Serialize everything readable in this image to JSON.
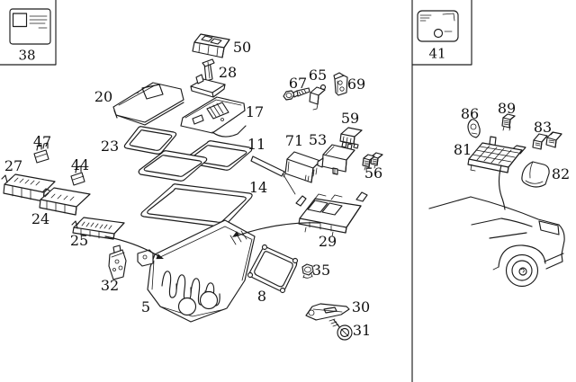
{
  "page": {
    "type": "exploded-parts-diagram",
    "background_color": "#ffffff",
    "line_color": "#1c1c1c"
  },
  "ref_boxes": [
    {
      "id": "38",
      "label": "38",
      "icon": "fuse-box-cover-card-icon"
    },
    {
      "id": "41",
      "label": "41",
      "icon": "relay-housing-card-icon"
    }
  ],
  "callouts": {
    "n5": "5",
    "n8": "8",
    "n11": "11",
    "n14": "14",
    "n17": "17",
    "n20": "20",
    "n23": "23",
    "n24": "24",
    "n25": "25",
    "n27": "27",
    "n28": "28",
    "n29": "29",
    "n30": "30",
    "n31": "31",
    "n32": "32",
    "n35": "35",
    "n44": "44",
    "n47": "47",
    "n50": "50",
    "n53": "53",
    "n56": "56",
    "n59": "59",
    "n65": "65",
    "n67": "67",
    "n69": "69",
    "n71": "71",
    "n81": "81",
    "n82": "82",
    "n83": "83",
    "n86": "86",
    "n89": "89"
  }
}
